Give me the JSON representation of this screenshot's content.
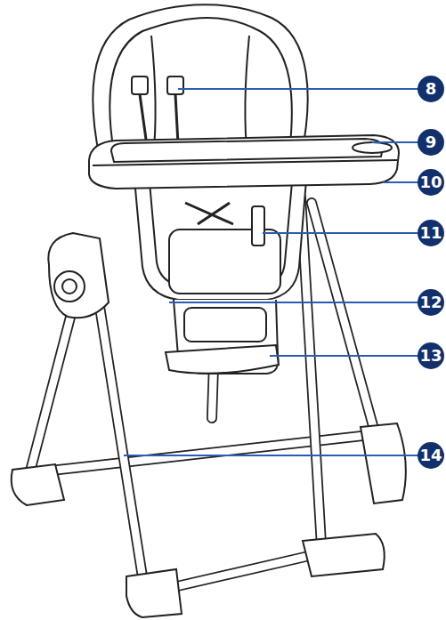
{
  "diagram": {
    "labels": [
      "8",
      "9",
      "10",
      "11",
      "12",
      "13",
      "14"
    ]
  }
}
